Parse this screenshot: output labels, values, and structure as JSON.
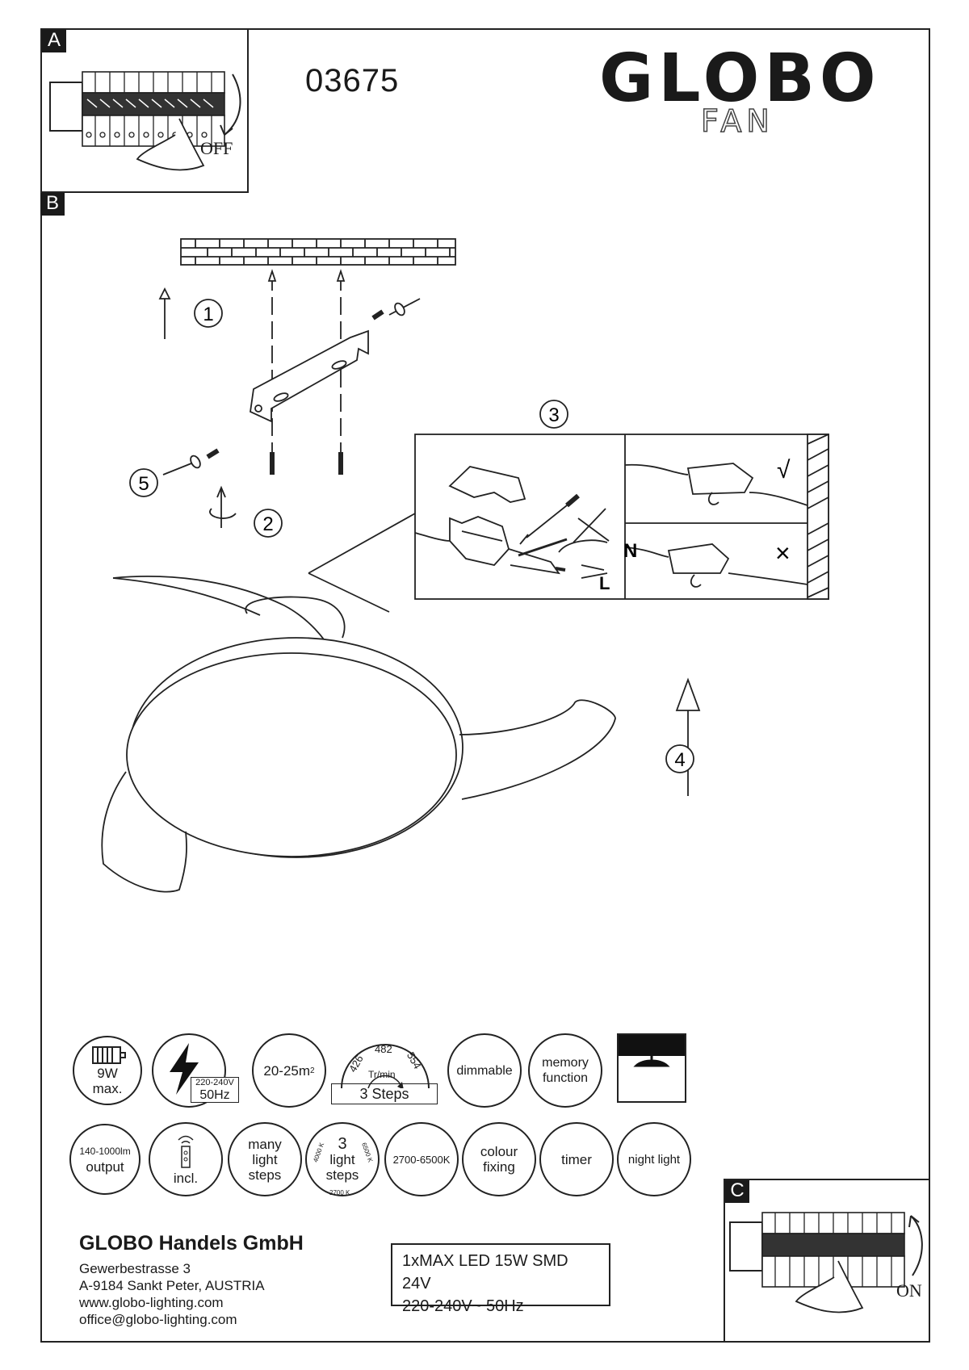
{
  "model": "03675",
  "brand": {
    "name": "GLOBO",
    "sub": "FAN"
  },
  "panels": {
    "a": "A",
    "b": "B",
    "c": "C"
  },
  "switch": {
    "off": "OFF",
    "on": "ON"
  },
  "steps": {
    "s1": "1",
    "s2": "2",
    "s3": "3",
    "s4": "4",
    "s5": "5"
  },
  "wiring": {
    "n": "N",
    "l": "L",
    "ok": "√",
    "bad": "×"
  },
  "icons": {
    "power": {
      "w": "9W",
      "max": "max."
    },
    "voltage": {
      "range": "220-240V",
      "freq": "50Hz"
    },
    "area": {
      "text": "20-25m",
      "sup": "2"
    },
    "speed": {
      "v1": "426",
      "v2": "482",
      "v3": "554",
      "unit": "Tr/min",
      "label": "3 Steps"
    },
    "dimmable": "dimmable",
    "memory": {
      "l1": "memory",
      "l2": "function"
    },
    "lumen": {
      "l1": "140-1000lm",
      "l2": "output"
    },
    "remote": "incl.",
    "many": {
      "l1": "many",
      "l2": "light",
      "l3": "steps"
    },
    "light3": {
      "n": "3",
      "l1": "light",
      "l2": "steps",
      "k1": "4000 K",
      "k2": "6500 K",
      "k3": "2700 K"
    },
    "cct": "2700-6500K",
    "colour": {
      "l1": "colour",
      "l2": "fixing"
    },
    "timer": "timer",
    "night": "night light"
  },
  "company": {
    "name": "GLOBO Handels GmbH",
    "street": "Gewerbestrasse 3",
    "city": "A-9184 Sankt Peter, AUSTRIA",
    "web": "www.globo-lighting.com",
    "email": "office@globo-lighting.com"
  },
  "lamp": {
    "l1": "1xMAX LED 15W SMD 24V",
    "l2": "220-240V~ 50Hz"
  }
}
